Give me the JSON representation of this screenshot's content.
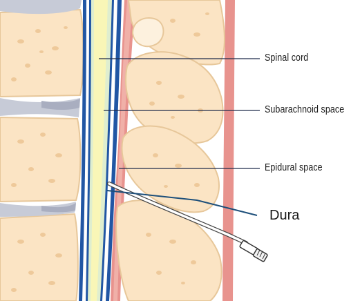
{
  "labels": {
    "spinal_cord": "Spinal cord",
    "subarachnoid_space": "Subarachnoid space",
    "epidural_space": "Epidural space",
    "dura": "Dura"
  },
  "colors": {
    "bone_fill": "#fbe4c4",
    "bone_outline": "#e7c79a",
    "bone_texture": "#eec99a",
    "disc": "#c7cbd7",
    "disc_shade": "#a9aec0",
    "cord": "#f9f6b7",
    "csf": "#dfeecf",
    "dura_blue": "#2156a4",
    "ligament_pink": "#e8938e",
    "leader_line": "#1f2b4a",
    "catheter": "#ffffff"
  }
}
